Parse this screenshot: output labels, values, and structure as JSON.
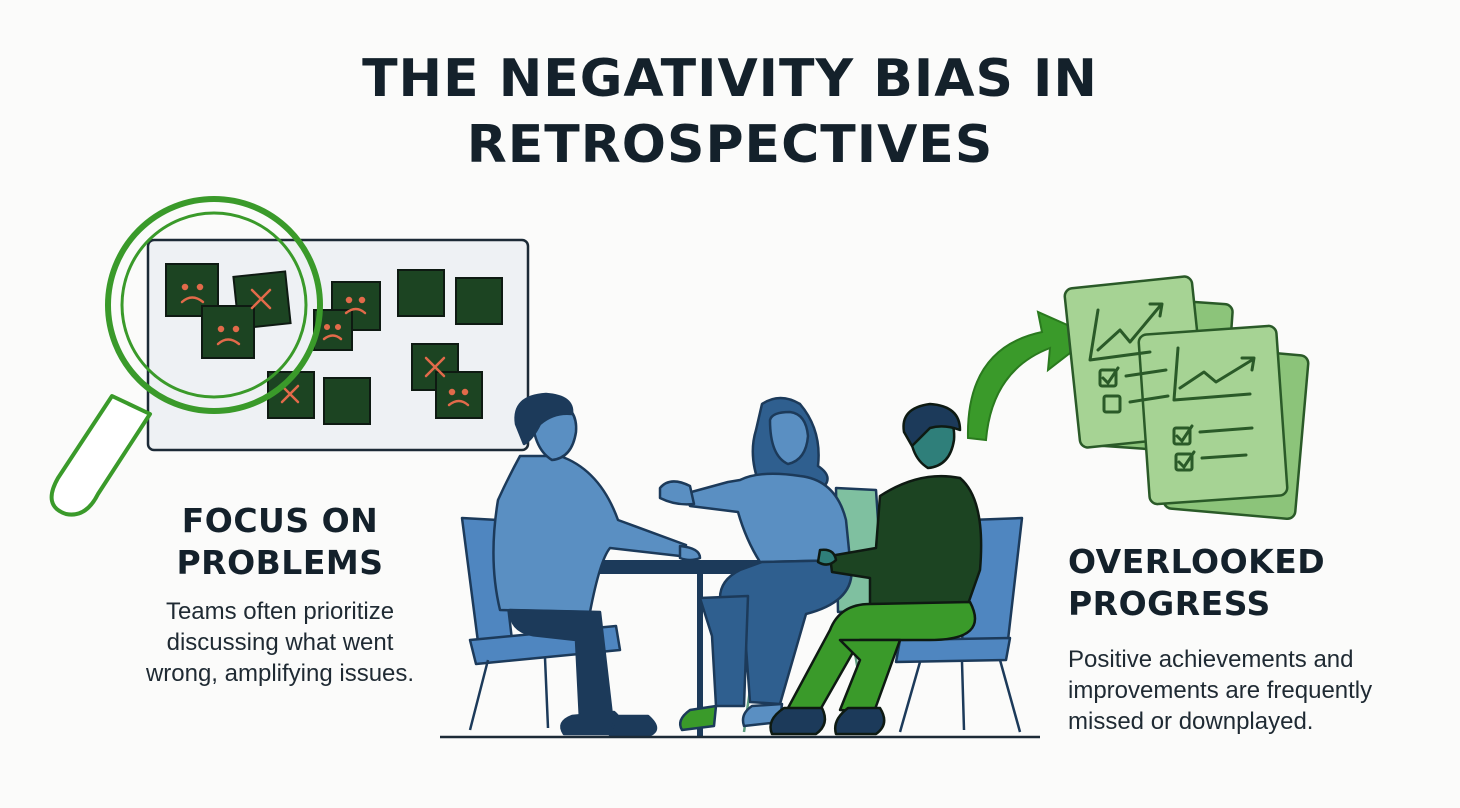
{
  "title": {
    "line1": "THE NEGATIVITY BIAS IN",
    "line2": "RETROSPECTIVES"
  },
  "left_panel": {
    "heading_line1": "FOCUS ON",
    "heading_line2": "PROBLEMS",
    "desc_line1": "Teams often prioritize",
    "desc_line2": "discussing what went",
    "desc_line3": "wrong, amplifying issues."
  },
  "right_panel": {
    "heading_line1": "OVERLOOKED",
    "heading_line2": "PROGRESS",
    "desc_line1": "Positive achievements and",
    "desc_line2": "improvements are frequently",
    "desc_line3": "missed or downplayed."
  },
  "colors": {
    "green": "#3a9a2a",
    "dark_green": "#1c4a20",
    "blue": "#5a8fc2",
    "dark_blue": "#1c3a5a",
    "light_green": "#a6d394"
  }
}
